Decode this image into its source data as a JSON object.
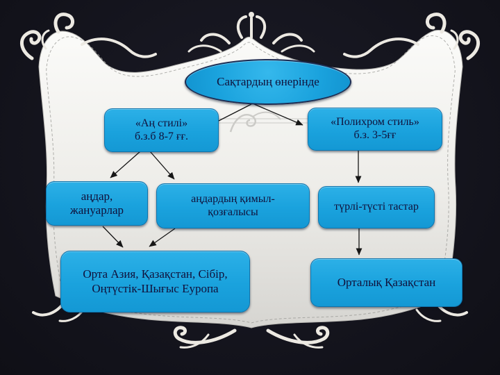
{
  "slide": {
    "type": "presentation-diagram",
    "language": "kazakh"
  },
  "nodes": {
    "root": {
      "label": "Сақтардың өнерінде"
    },
    "an_stili": {
      "line1": "«Аң стилі»",
      "line2": "б.з.б  8-7 ғғ."
    },
    "polychrome": {
      "line1": "«Полихром стиль»",
      "line2": "б.з. 3-5ғғ"
    },
    "andar": {
      "label": "аңдар, жануарлар"
    },
    "kimyl": {
      "label": "аңдардың қимыл-қозғалысы"
    },
    "turli": {
      "label": "түрлі-түсті тастар"
    },
    "orta": {
      "label": "Орта Азия, Қазақстан, Сібір, Оңтүстік-Шығыс Еуропа"
    },
    "ortalyk": {
      "label": "Орталық Қазақстан"
    }
  },
  "edges": [
    {
      "from": "root",
      "to": "an_stili"
    },
    {
      "from": "root",
      "to": "polychrome"
    },
    {
      "from": "an_stili",
      "to": "andar"
    },
    {
      "from": "an_stili",
      "to": "kimyl"
    },
    {
      "from": "andar",
      "to": "orta"
    },
    {
      "from": "kimyl",
      "to": "orta"
    },
    {
      "from": "polychrome",
      "to": "turli"
    },
    {
      "from": "turli",
      "to": "ortalyk"
    }
  ],
  "colors": {
    "frame_background": "#14141d",
    "panel_light": "#fbfbf9",
    "panel_dark": "#d6d5d1",
    "node_fill": "#1ea6e0",
    "node_border": "#0e74ad",
    "node_text": "#10103a",
    "arrow": "#161616",
    "ornament": "#ece9e2"
  }
}
